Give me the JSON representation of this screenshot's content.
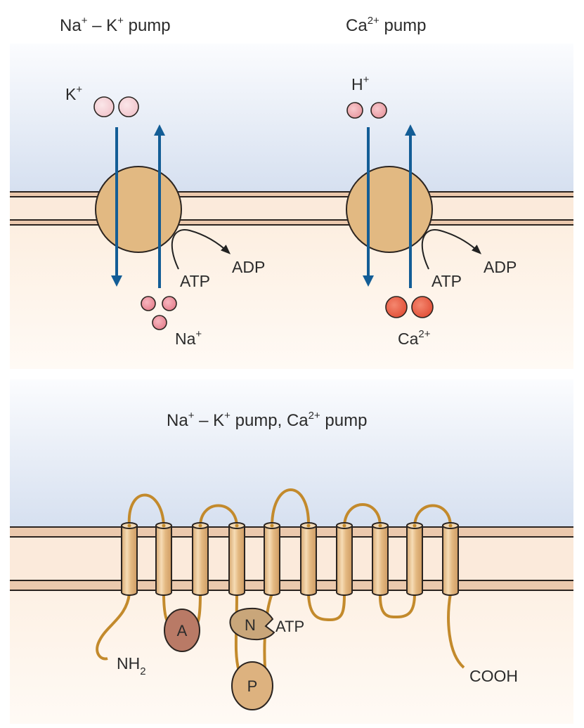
{
  "figure": {
    "panels": [
      {
        "id": "na-k-pump",
        "title": {
          "base1": "Na",
          "sup1": "+",
          "mid": " – K",
          "sup2": "+",
          "tail": " pump"
        },
        "top_ion": {
          "base": "K",
          "sup": "+",
          "count": 2,
          "color": "#f2c9cf"
        },
        "bottom_ion": {
          "base": "Na",
          "sup": "+",
          "count": 3,
          "color": "#e8828f"
        },
        "reaction": {
          "from": "ATP",
          "to": "ADP"
        }
      },
      {
        "id": "ca-pump",
        "title": {
          "base1": "Ca",
          "sup1": "2+",
          "tail": " pump"
        },
        "top_ion": {
          "base": "H",
          "sup": "+",
          "count": 2,
          "color": "#eb9ea6"
        },
        "bottom_ion": {
          "base": "Ca",
          "sup": "2+",
          "count": 2,
          "color": "#e8573f"
        },
        "reaction": {
          "from": "ATP",
          "to": "ADP"
        }
      }
    ],
    "topology": {
      "title": {
        "p1": "Na",
        "s1": "+",
        "p2": " – K",
        "s2": "+",
        "p3": " pump, Ca",
        "s3": "2+",
        "p4": " pump"
      },
      "helix_count": 10,
      "domains": [
        {
          "id": "A",
          "label": "A",
          "color": "#b97a66"
        },
        {
          "id": "N",
          "label": "N",
          "color": "#c9a67a"
        },
        {
          "id": "P",
          "label": "P",
          "color": "#ddb27f"
        }
      ],
      "n_terminus": {
        "base": "NH",
        "sub": "2"
      },
      "c_terminus": "COOH",
      "atp_label": "ATP"
    },
    "colors": {
      "extracellular": "#dbe3f1",
      "cytoplasm": "#fcefe0",
      "membrane_leaflet": "#ebc9ad",
      "membrane_core": "#fbeadb",
      "pump": "#e2b982",
      "arrow": "#135d96",
      "loop": "#c38a2c",
      "outline": "#2b2420"
    }
  }
}
